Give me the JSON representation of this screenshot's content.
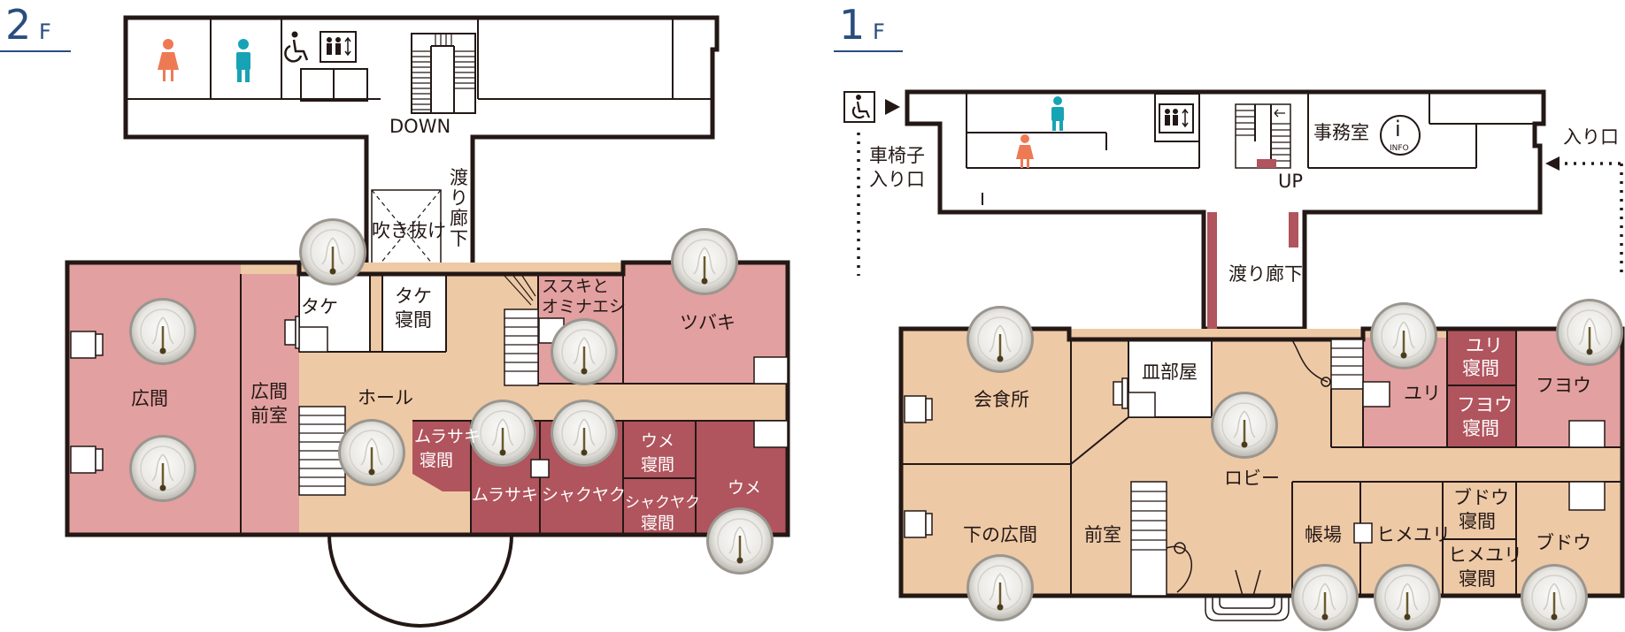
{
  "colors": {
    "wall": "#231815",
    "corridor": "#ffffff",
    "lightroom": "#eec9a6",
    "pinkroom": "#e3a0a0",
    "darkroom": "#b0545d",
    "floor_title": "#2a4d7f",
    "female_icon": "#ee7a54",
    "male_icon": "#17a3b5"
  },
  "floors": {
    "second": {
      "number": "2",
      "suffix": "F",
      "labels": {
        "down": "DOWN",
        "atrium": "吹き抜け",
        "corridor": "渡り廊下",
        "take": "タケ",
        "take_bedroom": "タケ寝間",
        "susuki": "ススキとオミナエシ",
        "tsubaki": "ツバキ",
        "hiroma": "広間",
        "hiroma_front": "広間前室",
        "hall": "ホール",
        "murasaki_bedroom": "ムラサキ寝間",
        "murasaki": "ムラサキ",
        "shakuyaku": "シャクヤク",
        "ume_bedroom": "ウメ寝間",
        "shakuyaku_bedroom": "シャクヤク寝間",
        "ume": "ウメ"
      },
      "icons": [
        "female-toilet-icon",
        "male-toilet-icon",
        "wheelchair-icon",
        "elevator-icon"
      ]
    },
    "first": {
      "number": "1",
      "suffix": "F",
      "labels": {
        "office": "事務室",
        "info": "INFO",
        "info_glyph": "i",
        "up": "UP",
        "entrance": "入り口",
        "wheelchair_entrance": "車椅子入り口",
        "corridor": "渡り廊下",
        "dining": "会食所",
        "dish_room": "皿部屋",
        "lobby": "ロビー",
        "yuri": "ユリ",
        "yuri_bedroom": "ユリ寝間",
        "fuyou": "フヨウ",
        "fuyou_bedroom": "フヨウ寝間",
        "lower_hiroma": "下の広間",
        "front_room": "前室",
        "chouba": "帳場",
        "himeyuri": "ヒメユリ",
        "budou_bedroom": "ブドウ寝間",
        "himeyuri_bedroom": "ヒメユリ寝間",
        "budou": "ブドウ"
      },
      "icons": [
        "wheelchair-icon",
        "male-toilet-icon",
        "female-toilet-icon",
        "elevator-icon",
        "info-icon"
      ]
    }
  }
}
